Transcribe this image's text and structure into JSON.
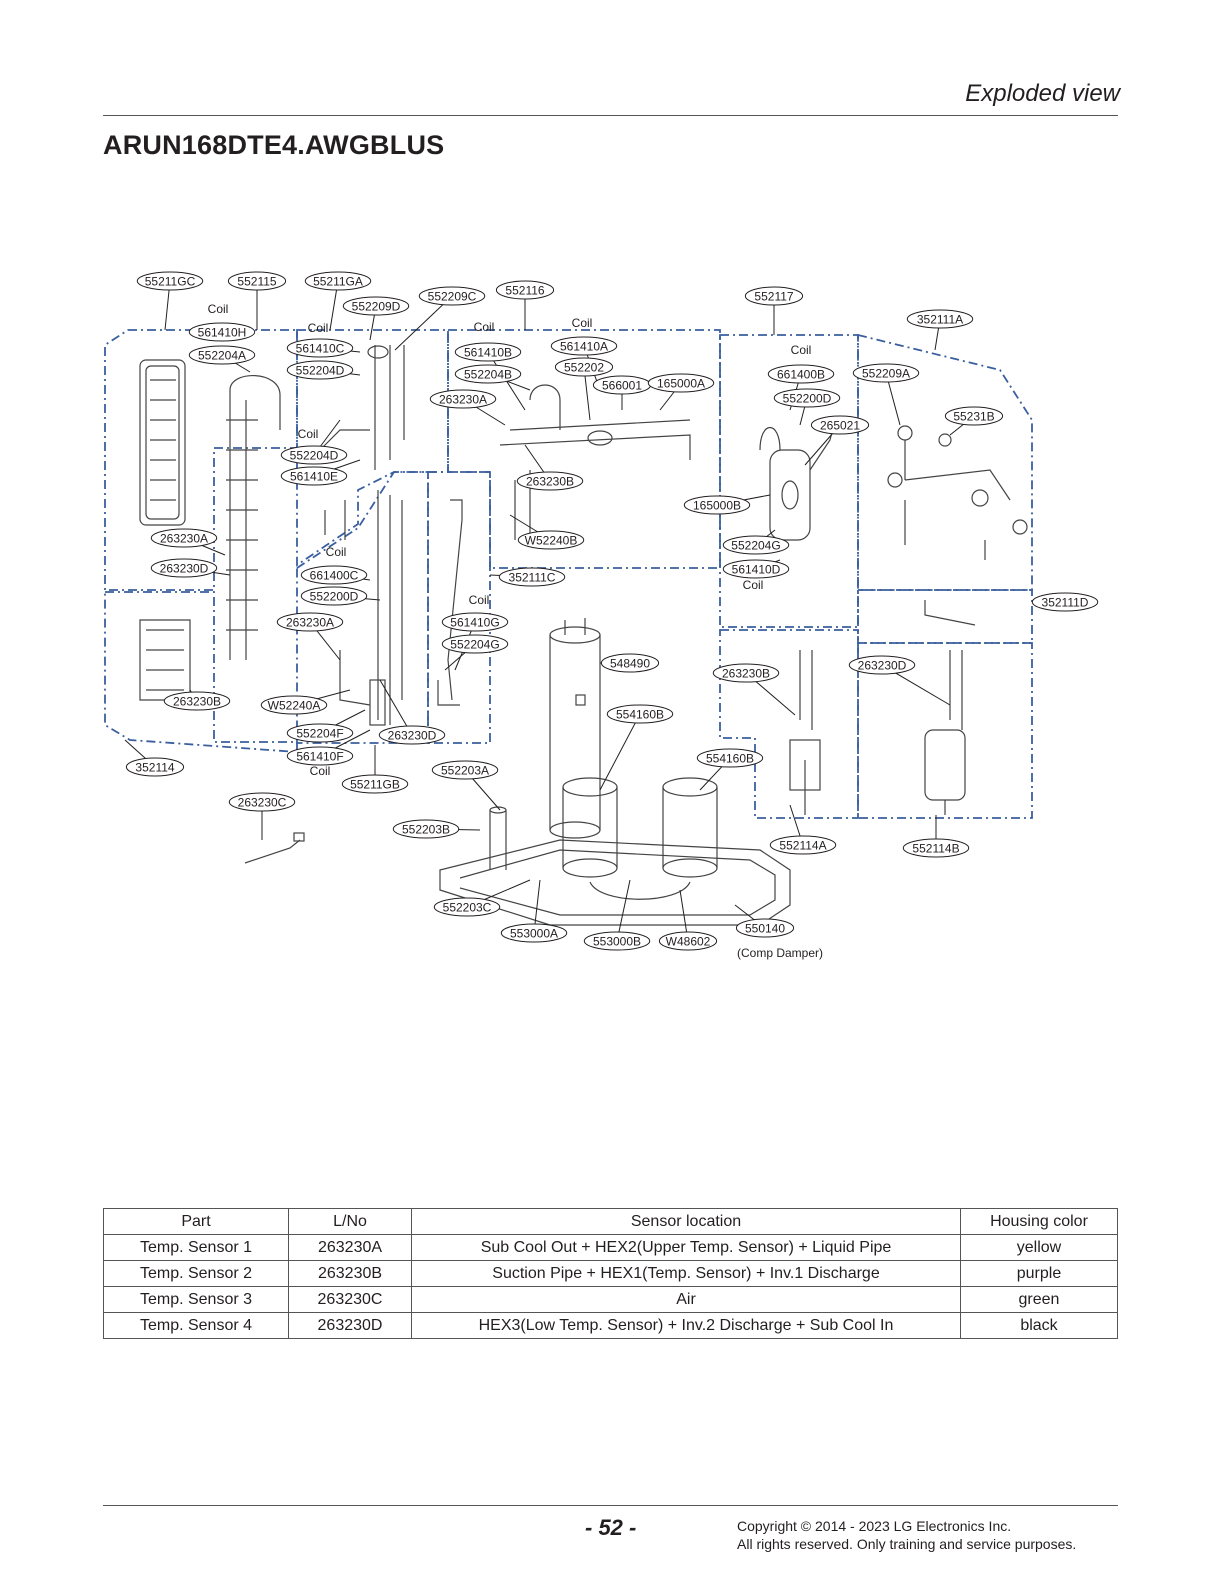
{
  "header": {
    "section": "Exploded view",
    "model": "ARUN168DTE4.AWGBLUS"
  },
  "callouts": [
    "55211GC",
    "552115",
    "55211GA",
    "552209D",
    "552209C",
    "552116",
    "552117",
    "352111A",
    "561410H",
    "552204A",
    "561410C",
    "552204D",
    "561410B",
    "561410A",
    "552204B",
    "552202",
    "566001",
    "165000A",
    "263230A",
    "661400B",
    "552209A",
    "552200D",
    "265021",
    "55231B",
    "552204D",
    "561410E",
    "263230B",
    "165000B",
    "W52240B",
    "552204G",
    "561410D",
    "263230A",
    "263230D",
    "661400C",
    "552200D",
    "352111C",
    "352111D",
    "263230A",
    "561410G",
    "552204G",
    "548490",
    "263230B",
    "263230D",
    "263230B",
    "W52240A",
    "554160B",
    "552204F",
    "263230D",
    "554160B",
    "561410F",
    "352114",
    "552203A",
    "55211GB",
    "263230C",
    "552203B",
    "552114A",
    "552114B",
    "552203C",
    "550140",
    "553000A",
    "553000B",
    "W48602"
  ],
  "coil_labels": [
    "Coil",
    "Coil",
    "Coil",
    "Coil",
    "Coil",
    "Coil",
    "Coil",
    "Coil",
    "Coil",
    "Coil"
  ],
  "damper_note": "(Comp Damper)",
  "table": {
    "headers": [
      "Part",
      "L/No",
      "Sensor location",
      "Housing color"
    ],
    "rows": [
      [
        "Temp. Sensor 1",
        "263230A",
        "Sub Cool Out + HEX2(Upper Temp. Sensor) + Liquid Pipe",
        "yellow"
      ],
      [
        "Temp. Sensor 2",
        "263230B",
        "Suction Pipe + HEX1(Temp. Sensor) + Inv.1  Discharge",
        "purple"
      ],
      [
        "Temp. Sensor 3",
        "263230C",
        "Air",
        "green"
      ],
      [
        "Temp. Sensor 4",
        "263230D",
        "HEX3(Low Temp. Sensor) + Inv.2  Discharge + Sub Cool In",
        "black"
      ]
    ]
  },
  "footer": {
    "page": "- 52 -",
    "copyright_line1": "Copyright © 2014 - 2023 LG Electronics Inc.",
    "copyright_line2": "All rights reserved. Only training and service purposes."
  },
  "colors": {
    "dash_border": "#3a5f9e",
    "ink": "#231f20"
  }
}
